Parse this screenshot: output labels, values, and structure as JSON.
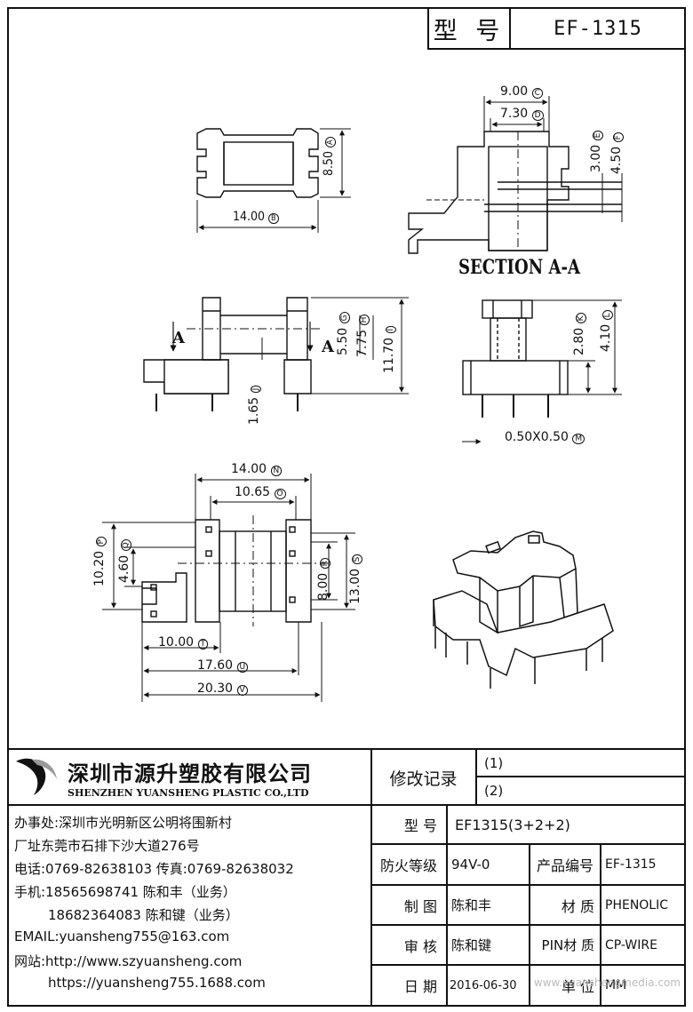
{
  "header": {
    "model_label": "型 号",
    "model_value": "EF-1315"
  },
  "drawing": {
    "top_view": {
      "width_dim": "14.00",
      "width_tag": "B",
      "height_dim": "8.50",
      "height_tag": "A"
    },
    "section": {
      "title": "SECTION A-A",
      "dims": [
        {
          "value": "9.00",
          "tag": "C"
        },
        {
          "value": "7.30",
          "tag": "D"
        },
        {
          "value": "3.00",
          "tag": "E"
        },
        {
          "value": "4.50",
          "tag": "F"
        }
      ]
    },
    "front_view": {
      "section_mark_left": "A",
      "section_mark_right": "A",
      "dims": [
        {
          "value": "5.50",
          "tag": "G"
        },
        {
          "value": "7.75",
          "tag": "H"
        },
        {
          "value": "11.70",
          "tag": "I"
        },
        {
          "value": "1.65",
          "tag": "J"
        }
      ]
    },
    "side_view": {
      "dims": [
        {
          "value": "2.80",
          "tag": "K"
        },
        {
          "value": "4.10",
          "tag": "L"
        },
        {
          "value": "0.50X0.50",
          "tag": "M"
        }
      ]
    },
    "bottom_view": {
      "dims": [
        {
          "value": "14.00",
          "tag": "N"
        },
        {
          "value": "10.65",
          "tag": "O"
        },
        {
          "value": "10.20",
          "tag": "P"
        },
        {
          "value": "4.60",
          "tag": "Q"
        },
        {
          "value": "8.00",
          "tag": "R"
        },
        {
          "value": "13.00",
          "tag": "S"
        },
        {
          "value": "10.00",
          "tag": "T"
        },
        {
          "value": "17.60",
          "tag": "U"
        },
        {
          "value": "20.30",
          "tag": "V"
        }
      ]
    }
  },
  "company": {
    "name_cn": "深圳市源升塑胶有限公司",
    "name_en": "SHENZHEN YUANSHENG PLASTIC CO.,LTD",
    "office": "办事处:深圳市光明新区公明将围新村",
    "factory": "厂址东莞市石排下沙大道276号",
    "phone": "电话:0769-82638103 传真:0769-82638032",
    "mobile1": "手机:18565698741 陈和丰（业务）",
    "mobile2": "18682364083 陈和键（业务）",
    "email": "EMAIL:yuansheng755@163.com",
    "website1": "网站:http://www.szyuansheng.com",
    "website2": "https://yuansheng755.1688.com"
  },
  "info": {
    "revision_label": "修改记录",
    "revisions": [
      "(1)",
      "(2)"
    ],
    "model_label": "型 号",
    "model_value": "EF1315(3+2+2)",
    "fire_label": "防火等级",
    "fire_value": "94V-0",
    "product_no_label": "产品编号",
    "product_no_value": "EF-1315",
    "drawn_label": "制 图",
    "drawn_value": "陈和丰",
    "material_label": "材 质",
    "material_value": "PHENOLIC",
    "review_label": "审 核",
    "review_value": "陈和键",
    "pin_label": "PIN材 质",
    "pin_value": "CP-WIRE",
    "date_label": "日 期",
    "date_value": "2016-06-30",
    "unit_label": "单 位",
    "unit_value": "MM"
  },
  "watermark": "www.yuanshengmedia.com"
}
